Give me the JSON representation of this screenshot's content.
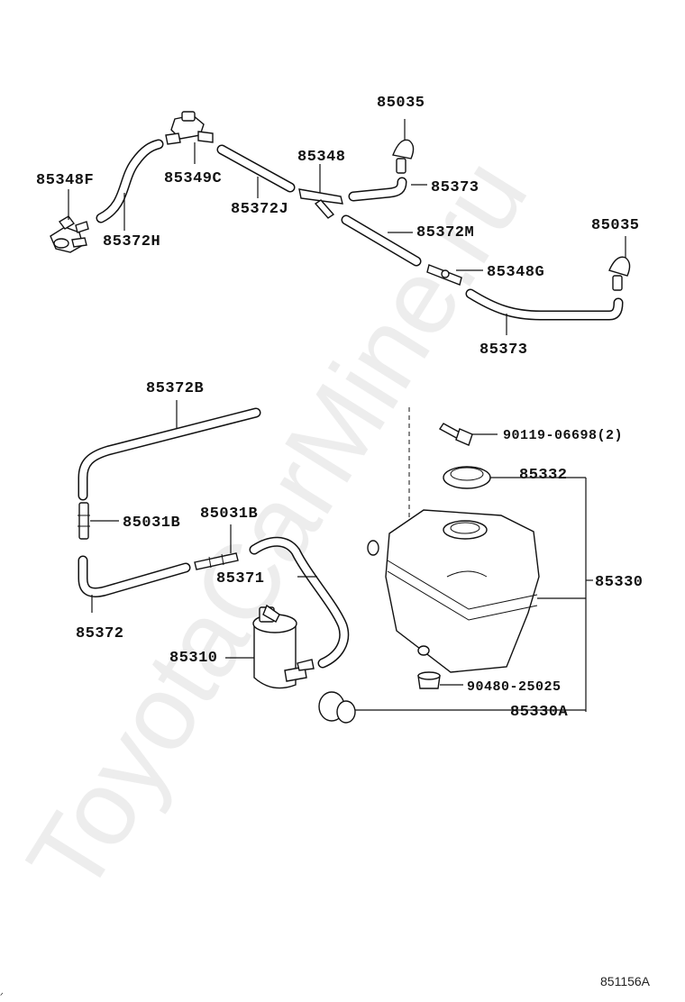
{
  "watermark": "ToyotaCarMine.ru",
  "ref_code": "851156A",
  "corner_mark": "ᐟ",
  "labels": {
    "p85035_a": "85035",
    "p85348f": "85348F",
    "p85349c": "85349C",
    "p85348": "85348",
    "p85373_a": "85373",
    "p85372j": "85372J",
    "p85372h": "85372H",
    "p85372m": "85372M",
    "p85035_b": "85035",
    "p85348g": "85348G",
    "p85373_b": "85373",
    "p85372b": "85372B",
    "p90119": "90119-06698(2)",
    "p85332": "85332",
    "p85031b_a": "85031B",
    "p85031b_b": "85031B",
    "p85371": "85371",
    "p85330": "85330",
    "p85372": "85372",
    "p85310": "85310",
    "p90480": "90480-25025",
    "p85330a": "85330A"
  }
}
